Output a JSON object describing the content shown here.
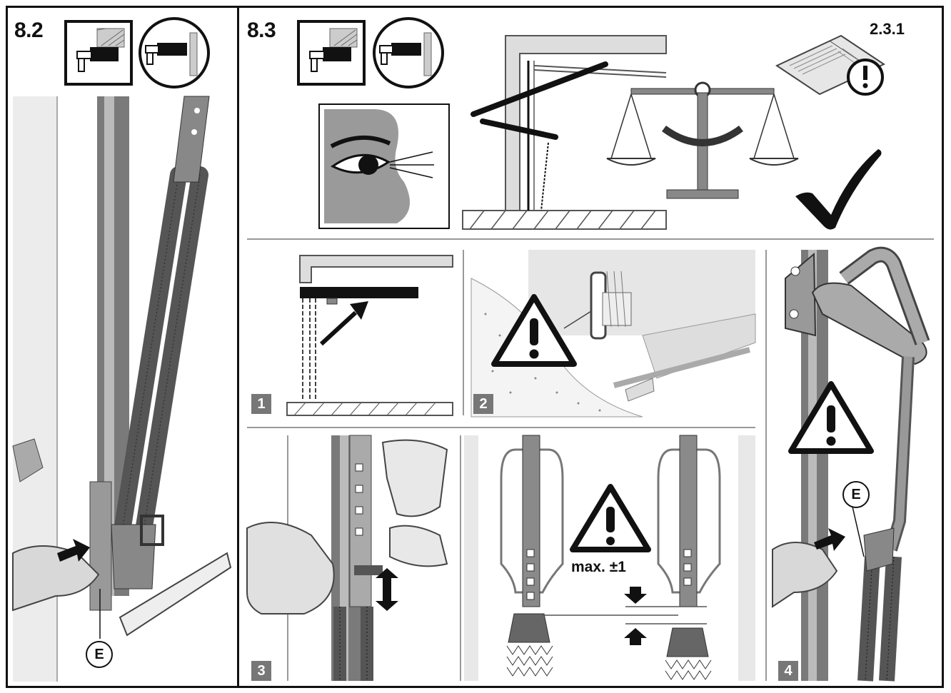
{
  "sections": {
    "left": {
      "label": "8.2",
      "callout": "E"
    },
    "right": {
      "label": "8.3",
      "reference": "2.3.1"
    }
  },
  "steps": {
    "step1": "1",
    "step2": "2",
    "step3": "3",
    "step4": "4"
  },
  "tolerance_label": "max. ±1",
  "callout_step4": "E",
  "icons": [
    "mount-type-icon",
    "eye-inspect-icon",
    "balance-scale-icon",
    "checkmark-icon",
    "manual-reference-icon",
    "warning-icon"
  ],
  "colors": {
    "ink": "#111111",
    "grey": "#8a8a8a",
    "light": "#d9d9d9",
    "badge": "#777777"
  }
}
